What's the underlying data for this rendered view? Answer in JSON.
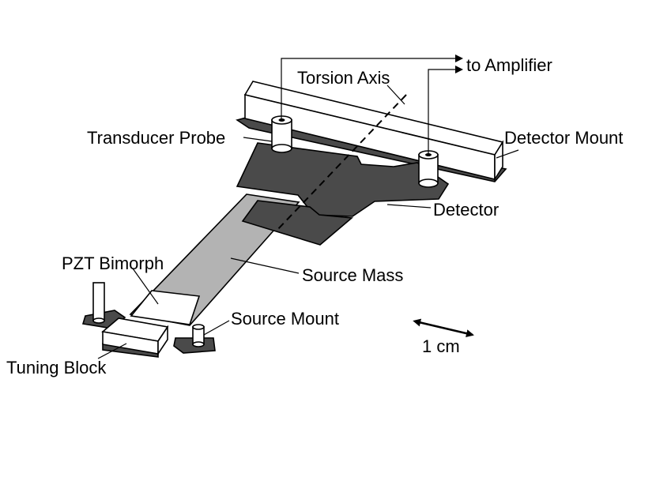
{
  "labels": {
    "to_amplifier": "to Amplifier",
    "torsion_axis": "Torsion Axis",
    "transducer_probe": "Transducer Probe",
    "detector_mount": "Detector Mount",
    "detector": "Detector",
    "pzt_bimorph": "PZT Bimorph",
    "source_mass": "Source Mass",
    "source_mount": "Source Mount",
    "tuning_block": "Tuning Block",
    "scale_bar": "1 cm"
  },
  "colors": {
    "dark_plate": "#4a4a4a",
    "source_mass": "#b3b3b3",
    "line": "#000000",
    "background": "#ffffff"
  }
}
